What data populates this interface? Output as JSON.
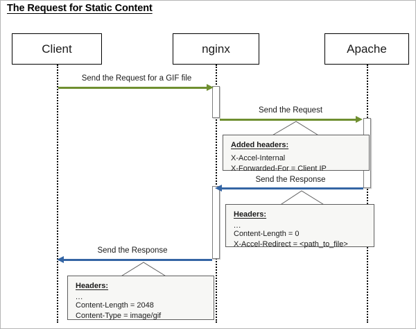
{
  "title": "The Request for Static Content",
  "colors": {
    "arrow_green": "#6f8f30",
    "arrow_blue": "#3465a4",
    "box_border": "#000000",
    "note_fill": "#f7f7f5",
    "note_border": "#5d5d5d",
    "lifeline": "#000000",
    "frame_border": "#b5b5b5"
  },
  "participants": [
    {
      "id": "client",
      "label": "Client"
    },
    {
      "id": "nginx",
      "label": "nginx"
    },
    {
      "id": "apache",
      "label": "Apache"
    }
  ],
  "messages": [
    {
      "id": "m1",
      "label": "Send the Request for a GIF file",
      "from": "client",
      "to": "nginx",
      "direction": "right",
      "color": "#6f8f30"
    },
    {
      "id": "m2",
      "label": "Send the Request",
      "from": "nginx",
      "to": "apache",
      "direction": "right",
      "color": "#6f8f30"
    },
    {
      "id": "m3",
      "label": "Send the Response",
      "from": "apache",
      "to": "nginx",
      "direction": "left",
      "color": "#3465a4"
    },
    {
      "id": "m4",
      "label": "Send the Response",
      "from": "nginx",
      "to": "client",
      "direction": "left",
      "color": "#3465a4"
    }
  ],
  "notes": [
    {
      "id": "note1",
      "attached_to": "m2",
      "title": "Added headers:",
      "lines": [
        "X-Accel-Internal",
        "X-Forwarded-For  = Client IP"
      ]
    },
    {
      "id": "note2",
      "attached_to": "m3",
      "title": "Headers:",
      "lines": [
        "...",
        "Content-Length  = 0",
        "X-Accel-Redirect = <path_to_file>"
      ]
    },
    {
      "id": "note3",
      "attached_to": "m4",
      "title": "Headers:",
      "lines": [
        "...",
        "Content-Length  = 2048",
        "Content-Type  = image/gif"
      ]
    }
  ]
}
